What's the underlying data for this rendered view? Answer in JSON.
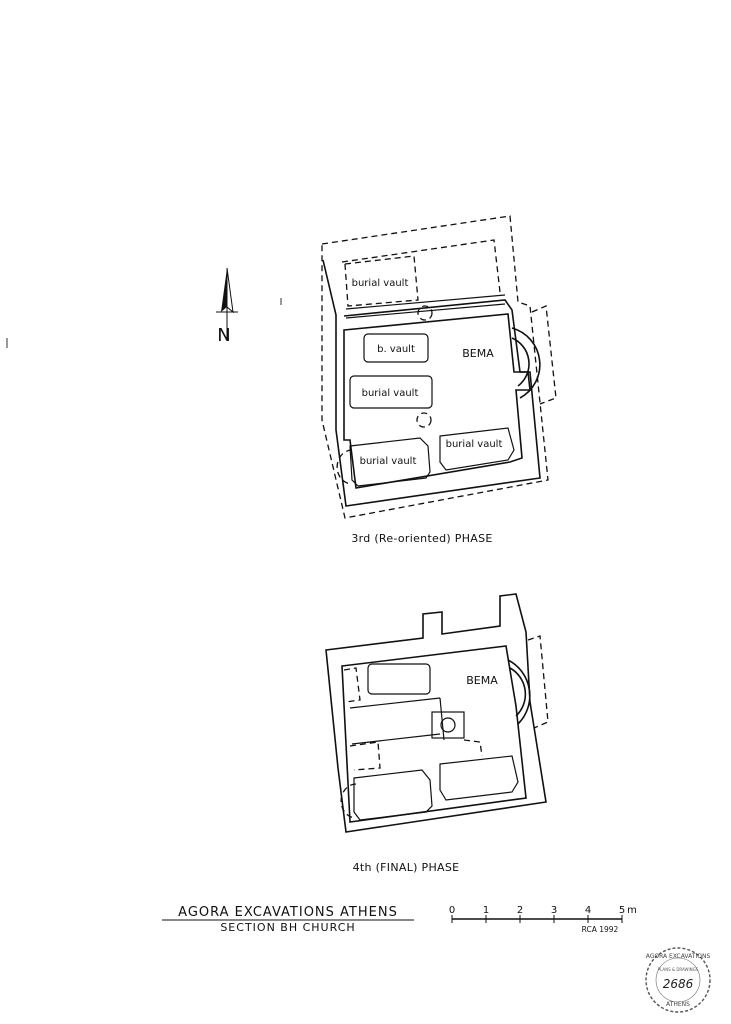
{
  "north_arrow": {
    "letter": "N"
  },
  "plan_3rd": {
    "caption": "3rd (Re-oriented) PHASE",
    "bema_label": "BEMA",
    "vault_labels": [
      "burial vault",
      "b. vault",
      "burial vault",
      "burial vault",
      "burial vault"
    ]
  },
  "plan_4th": {
    "caption": "4th (FINAL) PHASE",
    "bema_label": "BEMA"
  },
  "title_block": {
    "title": "AGORA EXCAVATIONS ATHENS",
    "subtitle": "SECTION BH CHURCH"
  },
  "scale_bar": {
    "ticks": [
      "0",
      "1",
      "2",
      "3",
      "4",
      "5"
    ],
    "unit": "m",
    "credit": "RCA 1992"
  },
  "stamp": {
    "top_text": "AGORA EXCAVATIONS",
    "middle_text": "PLANS & DRAWINGS",
    "number": "2686",
    "bottom_text": "ATHENS"
  }
}
